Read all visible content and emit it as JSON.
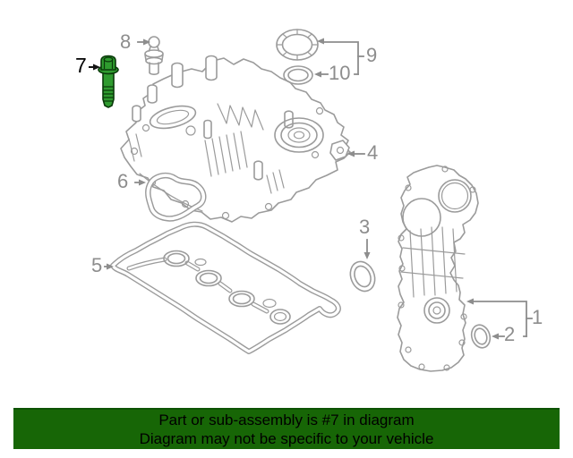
{
  "diagram": {
    "colors": {
      "line": "#9b9b9b",
      "label": "#8d8d8d",
      "highlight_fill": "#2f9b2f",
      "highlight_stroke": "#0a3a0a",
      "highlight_label": "#000000"
    },
    "callouts": [
      {
        "number": "1",
        "target": "timing-chain-cover"
      },
      {
        "number": "2",
        "target": "timing-cover-o-ring"
      },
      {
        "number": "3",
        "target": "camshaft-seal"
      },
      {
        "number": "4",
        "target": "valve-cover"
      },
      {
        "number": "5",
        "target": "valve-cover-gasket"
      },
      {
        "number": "6",
        "target": "spark-plug-tube-gasket"
      },
      {
        "number": "7",
        "target": "valve-cover-bolt",
        "highlighted": true
      },
      {
        "number": "8",
        "target": "mounting-grommet"
      },
      {
        "number": "9",
        "target": "oil-filler-cap"
      },
      {
        "number": "10",
        "target": "oil-filler-cap-gasket"
      }
    ]
  },
  "banner": {
    "background": "#176606",
    "text_color": "#000000",
    "line1": "Part or sub-assembly is #7 in diagram",
    "line2": "Diagram may not be specific to your vehicle"
  }
}
